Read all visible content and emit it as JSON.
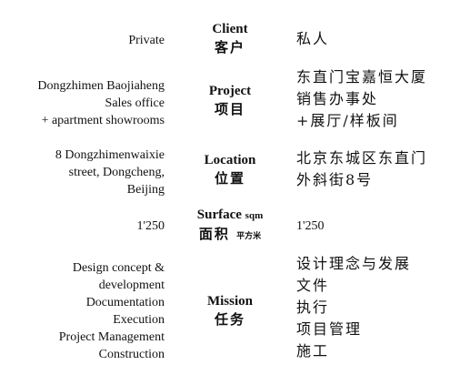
{
  "rows": [
    {
      "left": [
        "Private"
      ],
      "label_en": "Client",
      "label_en_unit": "",
      "label_zh": "客户",
      "label_zh_unit": "",
      "right": [
        "私人"
      ]
    },
    {
      "left": [
        "Dongzhimen Baojiaheng",
        "Sales office",
        "+ apartment showrooms"
      ],
      "label_en": "Project",
      "label_en_unit": "",
      "label_zh": "项目",
      "label_zh_unit": "",
      "right": [
        "东直门宝嘉恒大厦",
        "销售办事处",
        "+展厅/样板间"
      ]
    },
    {
      "left": [
        "8 Dongzhimenwaixie",
        "street, Dongcheng,",
        "Beijing"
      ],
      "label_en": "Location",
      "label_en_unit": "",
      "label_zh": "位置",
      "label_zh_unit": "",
      "right": [
        "北京东城区东直门",
        "外斜街8号"
      ]
    },
    {
      "left": [
        "1'250"
      ],
      "label_en": "Surface",
      "label_en_unit": "sqm",
      "label_zh": "面积",
      "label_zh_unit": "平方米",
      "right": [
        "1'250"
      ]
    },
    {
      "left": [
        "Design concept &",
        "development",
        "Documentation",
        "Execution",
        "Project Management",
        "Construction"
      ],
      "label_en": "Mission",
      "label_en_unit": "",
      "label_zh": "任务",
      "label_zh_unit": "",
      "right": [
        "设计理念与发展",
        "文件",
        "执行",
        "项目管理",
        "施工"
      ]
    }
  ]
}
